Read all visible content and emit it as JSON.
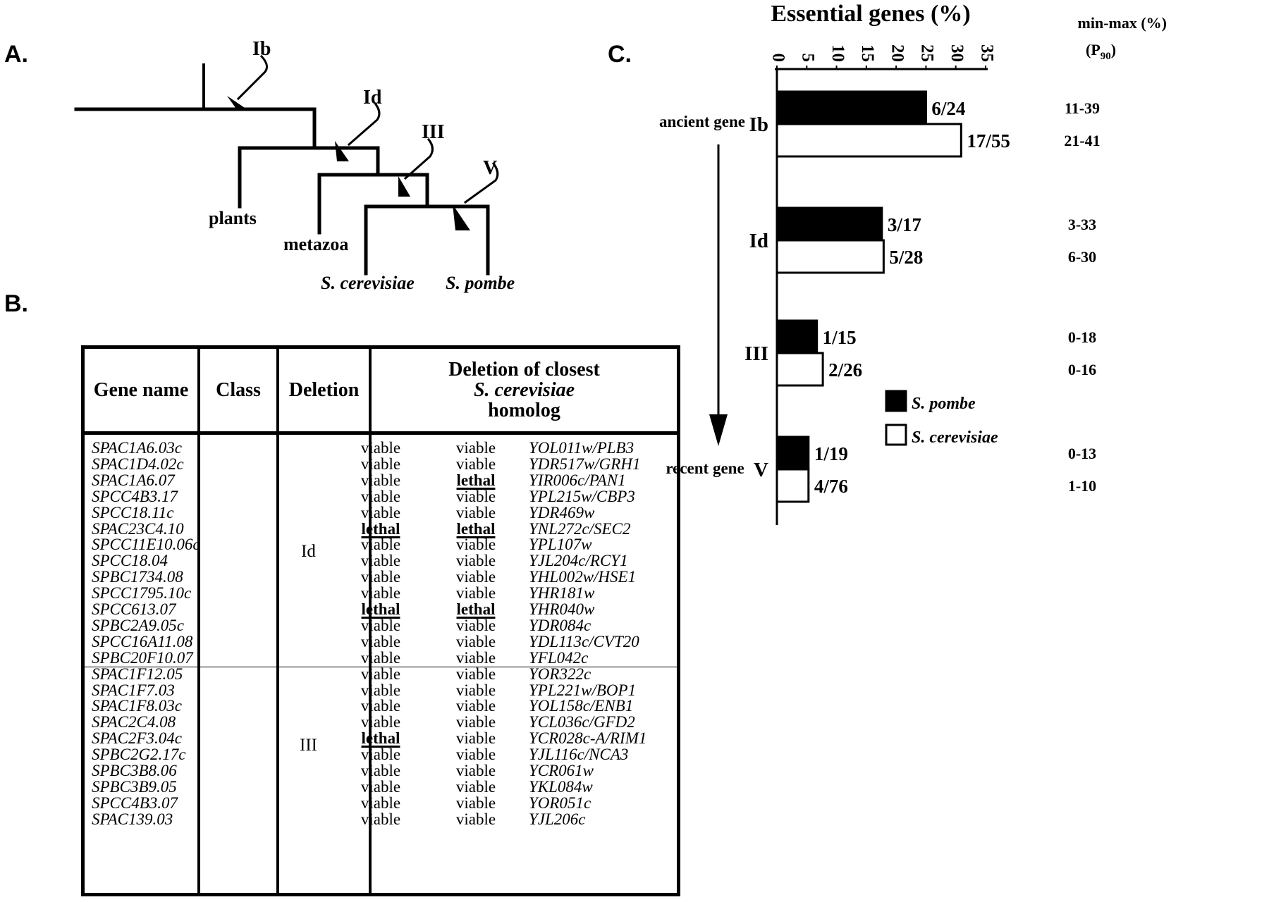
{
  "panels": {
    "a": "A.",
    "b": "B.",
    "c": "C."
  },
  "tree": {
    "labels": [
      "plants",
      "metazoa",
      "S. cerevisiae",
      "S. pombe"
    ],
    "arrows": [
      "Ib",
      "Id",
      "III",
      "V"
    ]
  },
  "table": {
    "headers": {
      "gene_name": "Gene name",
      "class": "Class",
      "deletion": "Deletion",
      "homolog_line1": "Deletion of closest",
      "homolog_line2": "S. cerevisiae",
      "homolog_line3": "homolog"
    },
    "groups": [
      {
        "class": "Id",
        "rows": [
          {
            "gene": "SPAC1A6.03c",
            "deletion": "viable",
            "sc_deletion": "viable",
            "homolog": "YOL011w/PLB3"
          },
          {
            "gene": "SPAC1D4.02c",
            "deletion": "viable",
            "sc_deletion": "viable",
            "homolog": "YDR517w/GRH1"
          },
          {
            "gene": "SPAC1A6.07",
            "deletion": "viable",
            "sc_deletion": "lethal",
            "homolog": "YIR006c/PAN1"
          },
          {
            "gene": "SPCC4B3.17",
            "deletion": "viable",
            "sc_deletion": "viable",
            "homolog": "YPL215w/CBP3"
          },
          {
            "gene": "SPCC18.11c",
            "deletion": "viable",
            "sc_deletion": "viable",
            "homolog": "YDR469w"
          },
          {
            "gene": "SPAC23C4.10",
            "deletion": "lethal",
            "sc_deletion": "lethal",
            "homolog": "YNL272c/SEC2"
          },
          {
            "gene": "SPCC11E10.06c",
            "deletion": "viable",
            "sc_deletion": "viable",
            "homolog": "YPL107w"
          },
          {
            "gene": "SPCC18.04",
            "deletion": "viable",
            "sc_deletion": "viable",
            "homolog": "YJL204c/RCY1"
          },
          {
            "gene": "SPBC1734.08",
            "deletion": "viable",
            "sc_deletion": "viable",
            "homolog": "YHL002w/HSE1"
          },
          {
            "gene": "SPCC1795.10c",
            "deletion": "viable",
            "sc_deletion": "viable",
            "homolog": "YHR181w"
          },
          {
            "gene": "SPCC613.07",
            "deletion": "lethal",
            "sc_deletion": "lethal",
            "homolog": "YHR040w"
          },
          {
            "gene": "SPBC2A9.05c",
            "deletion": "viable",
            "sc_deletion": "viable",
            "homolog": "YDR084c"
          },
          {
            "gene": "SPCC16A11.08",
            "deletion": "viable",
            "sc_deletion": "viable",
            "homolog": "YDL113c/CVT20"
          },
          {
            "gene": "SPBC20F10.07",
            "deletion": "viable",
            "sc_deletion": "viable",
            "homolog": "YFL042c"
          }
        ]
      },
      {
        "class": "III",
        "rows": [
          {
            "gene": "SPAC1F12.05",
            "deletion": "viable",
            "sc_deletion": "viable",
            "homolog": "YOR322c"
          },
          {
            "gene": "SPAC1F7.03",
            "deletion": "viable",
            "sc_deletion": "viable",
            "homolog": "YPL221w/BOP1"
          },
          {
            "gene": "SPAC1F8.03c",
            "deletion": "viable",
            "sc_deletion": "viable",
            "homolog": "YOL158c/ENB1"
          },
          {
            "gene": "SPAC2C4.08",
            "deletion": "viable",
            "sc_deletion": "viable",
            "homolog": "YCL036c/GFD2"
          },
          {
            "gene": "SPAC2F3.04c",
            "deletion": "lethal",
            "sc_deletion": "viable",
            "homolog": "YCR028c-A/RIM1"
          },
          {
            "gene": "SPBC2G2.17c",
            "deletion": "viable",
            "sc_deletion": "viable",
            "homolog": "YJL116c/NCA3"
          },
          {
            "gene": "SPBC3B8.06",
            "deletion": "viable",
            "sc_deletion": "viable",
            "homolog": "YCR061w"
          },
          {
            "gene": "SPBC3B9.05",
            "deletion": "viable",
            "sc_deletion": "viable",
            "homolog": "YKL084w"
          },
          {
            "gene": "SPCC4B3.07",
            "deletion": "viable",
            "sc_deletion": "viable",
            "homolog": "YOR051c"
          },
          {
            "gene": "SPAC139.03",
            "deletion": "viable",
            "sc_deletion": "viable",
            "homolog": "YJL206c"
          }
        ]
      }
    ]
  },
  "chart_data": {
    "type": "bar",
    "orientation": "horizontal",
    "title": "Essential genes (%)",
    "xlim": [
      0,
      35
    ],
    "xticks": [
      0,
      5,
      10,
      15,
      20,
      25,
      30,
      35
    ],
    "categories": [
      "Ib",
      "Id",
      "III",
      "V"
    ],
    "series": [
      {
        "name": "S. pombe",
        "color": "#000000",
        "values": [
          25.0,
          17.6,
          6.7,
          5.3
        ],
        "labels": [
          "6/24",
          "3/17",
          "1/15",
          "1/19"
        ],
        "minmax": [
          "11-39",
          "3-33",
          "0-18",
          "0-13"
        ]
      },
      {
        "name": "S. cerevisiae",
        "color": "#ffffff",
        "values": [
          30.9,
          17.9,
          7.7,
          5.3
        ],
        "labels": [
          "17/55",
          "5/28",
          "2/26",
          "4/76"
        ],
        "minmax": [
          "21-41",
          "6-30",
          "0-16",
          "1-10"
        ]
      }
    ],
    "minmax_header": "min-max (%)",
    "minmax_subheader": "(P",
    "minmax_subscript": "90",
    "minmax_subheader_close": ")",
    "arrow_top_label": "ancient gene",
    "arrow_bottom_label": "recent gene",
    "legend": "right-center"
  }
}
